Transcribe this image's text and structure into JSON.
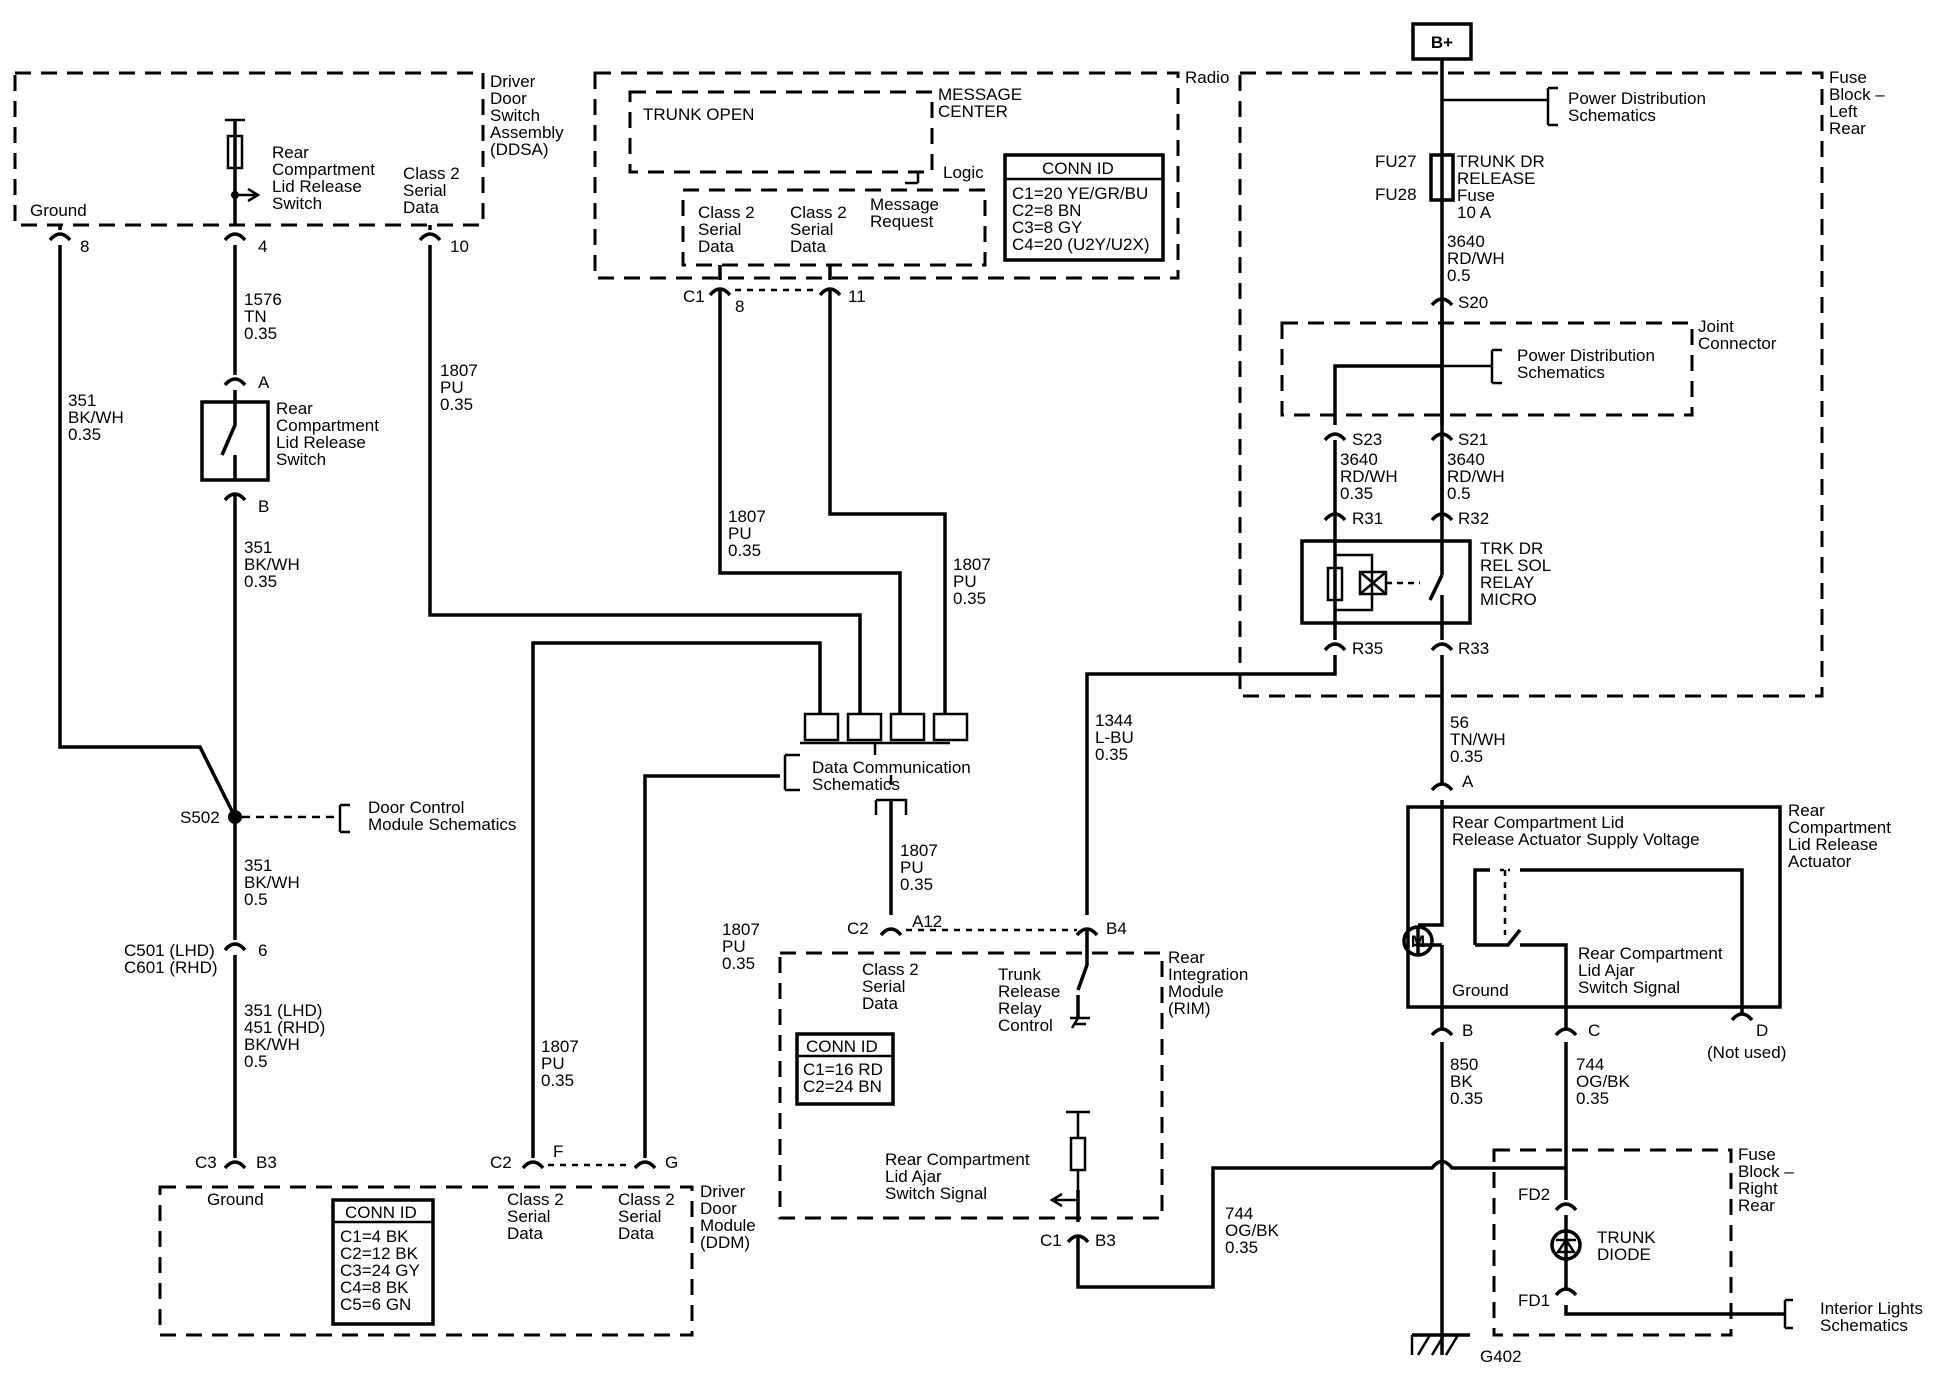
{
  "top": {
    "battery": "B+",
    "power_dist_1": [
      "Power Distribution",
      "Schematics"
    ],
    "fuse_block_left": [
      "Fuse",
      "Block –",
      "Left",
      "Rear"
    ],
    "fu27": "FU27",
    "fu28": "FU28",
    "fuse_label": [
      "TRUNK DR",
      "RELEASE",
      "Fuse",
      "10 A"
    ],
    "wire_3640_a": [
      "3640",
      "RD/WH",
      "0.5"
    ],
    "s20": "S20",
    "joint_connector": [
      "Joint",
      "Connector"
    ],
    "power_dist_2": [
      "Power Distribution",
      "Schematics"
    ],
    "s23": "S23",
    "s21": "S21",
    "wire_3640_b": [
      "3640",
      "RD/WH",
      "0.35"
    ],
    "wire_3640_c": [
      "3640",
      "RD/WH",
      "0.5"
    ],
    "r31": "R31",
    "r32": "R32",
    "relay_label": [
      "TRK DR",
      "REL SOL",
      "RELAY",
      "MICRO"
    ],
    "r35": "R35",
    "r33": "R33"
  },
  "ddsa": {
    "title": [
      "Driver",
      "Door",
      "Switch",
      "Assembly",
      "(DDSA)"
    ],
    "ground": "Ground",
    "switch_label": [
      "Rear",
      "Compartment",
      "Lid Release",
      "Switch"
    ],
    "serial_label": [
      "Class 2",
      "Serial",
      "Data"
    ],
    "pin_8": "8",
    "pin_4": "4",
    "pin_10": "10"
  },
  "radio": {
    "title": "Radio",
    "trunk_open": "TRUNK OPEN",
    "message_center": [
      "MESSAGE",
      "CENTER"
    ],
    "logic": "Logic",
    "serial_1": [
      "Class 2",
      "Serial",
      "Data"
    ],
    "serial_2": [
      "Class 2",
      "Serial",
      "Data"
    ],
    "message_request": [
      "Message",
      "Request"
    ],
    "conn_id_title": "CONN ID",
    "conn_id": [
      "C1=20 YE/GR/BU",
      "C2=8 BN",
      "C3=8 GY",
      "C4=20 (U2Y/U2X)"
    ],
    "c1": "C1",
    "pin_8": "8",
    "pin_11": "11"
  },
  "left_wires": {
    "w1576": [
      "1576",
      "TN",
      "0.35"
    ],
    "pin_a": "A",
    "switch_label": [
      "Rear",
      "Compartment",
      "Lid Release",
      "Switch"
    ],
    "pin_b": "B",
    "w351_a": [
      "351",
      "BK/WH",
      "0.35"
    ],
    "w351_left": [
      "351",
      "BK/WH",
      "0.35"
    ],
    "w1807_left": [
      "1807",
      "PU",
      "0.35"
    ],
    "s502": "S502",
    "door_control": [
      "Door Control",
      "Module Schematics"
    ],
    "w351_b": [
      "351",
      "BK/WH",
      "0.5"
    ],
    "c501": [
      "C501 (LHD)",
      "C601 (RHD)"
    ],
    "pin_6": "6",
    "w351_c": [
      "351 (LHD)",
      "451 (RHD)",
      "BK/WH",
      "0.5"
    ]
  },
  "center_wires": {
    "w1807_a": [
      "1807",
      "PU",
      "0.35"
    ],
    "w1807_b": [
      "1807",
      "PU",
      "0.35"
    ],
    "data_comm": [
      "Data Communication",
      "Schematics"
    ],
    "w1807_c": [
      "1807",
      "PU",
      "0.35"
    ],
    "w1807_d": [
      "1807",
      "PU",
      "0.35"
    ],
    "w1807_e": [
      "1807",
      "PU",
      "0.35"
    ],
    "w1344": [
      "1344",
      "L-BU",
      "0.35"
    ]
  },
  "rim": {
    "title": [
      "Rear",
      "Integration",
      "Module",
      "(RIM)"
    ],
    "c2": "C2",
    "a12": "A12",
    "b4": "B4",
    "serial": [
      "Class 2",
      "Serial",
      "Data"
    ],
    "trunk_relay": [
      "Trunk",
      "Release",
      "Relay",
      "Control"
    ],
    "conn_id_title": "CONN ID",
    "conn_id": [
      "C1=16 RD",
      "C2=24 BN"
    ],
    "lid_ajar": [
      "Rear Compartment",
      "Lid Ajar",
      "Switch Signal"
    ],
    "c1": "C1",
    "b3": "B3"
  },
  "ddm": {
    "title": [
      "Driver",
      "Door",
      "Module",
      "(DDM)"
    ],
    "c3": "C3",
    "b3": "B3",
    "ground": "Ground",
    "c2": "C2",
    "f": "F",
    "g": "G",
    "serial_f": [
      "Class 2",
      "Serial",
      "Data"
    ],
    "serial_g": [
      "Class 2",
      "Serial",
      "Data"
    ],
    "conn_id_title": "CONN ID",
    "conn_id": [
      "C1=4 BK",
      "C2=12 BK",
      "C3=24 GY",
      "C4=8 BK",
      "C5=6 GN"
    ]
  },
  "actuator": {
    "w56": [
      "56",
      "TN/WH",
      "0.35"
    ],
    "pin_a": "A",
    "title": [
      "Rear",
      "Compartment",
      "Lid Release",
      "Actuator"
    ],
    "supply": [
      "Rear Compartment Lid",
      "Release Actuator Supply Voltage"
    ],
    "motor": "M",
    "ground": "Ground",
    "lid_ajar": [
      "Rear Compartment",
      "Lid Ajar",
      "Switch Signal"
    ],
    "pin_b": "B",
    "pin_c": "C",
    "pin_d": "D",
    "not_used": "(Not used)",
    "w850": [
      "850",
      "BK",
      "0.35"
    ],
    "w744": [
      "744",
      "OG/BK",
      "0.35"
    ]
  },
  "bottom_right": {
    "fuse_block_right": [
      "Fuse",
      "Block –",
      "Right",
      "Rear"
    ],
    "fd2": "FD2",
    "fd1": "FD1",
    "diode": [
      "TRUNK",
      "DIODE"
    ],
    "w744": [
      "744",
      "OG/BK",
      "0.35"
    ],
    "interior": [
      "Interior Lights",
      "Schematics"
    ],
    "g402": "G402"
  }
}
